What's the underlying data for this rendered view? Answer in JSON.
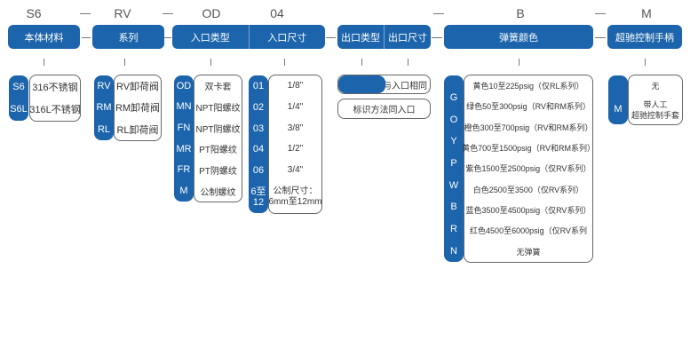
{
  "codes": [
    "S6",
    "RV",
    "OD",
    "04",
    "",
    "B",
    "M"
  ],
  "headers": {
    "body_material": "本体材料",
    "series": "系列",
    "inlet_type": "入口类型",
    "inlet_size": "入口尺寸",
    "outlet_type": "出口类型",
    "outlet_size": "出口尺寸",
    "spring_color": "弹簧颜色",
    "override_handle": "超驰控制手柄"
  },
  "body_material": {
    "codes": [
      "S6",
      "S6L"
    ],
    "labels": [
      "316不锈钢",
      "316L不锈钢"
    ]
  },
  "series": {
    "codes": [
      "RV",
      "RM",
      "RL"
    ],
    "labels": [
      "RV卸荷阀",
      "RM卸荷阀",
      "RL卸荷阀"
    ]
  },
  "inlet_type": {
    "codes": [
      "OD",
      "MN",
      "FN",
      "MR",
      "FR",
      "M"
    ],
    "labels": [
      "双卡套",
      "NPT阳螺纹",
      "NPT阴螺纹",
      "PT阳螺纹",
      "PT阴螺纹",
      "公制螺纹"
    ]
  },
  "inlet_size": {
    "codes": [
      "01",
      "02",
      "03",
      "04",
      "06",
      "6至\n12"
    ],
    "code_last_1": "6至",
    "code_last_2": "12",
    "labels": [
      "1/8\"",
      "1/4\"",
      "3/8\"",
      "1/2\"",
      "3/4\""
    ],
    "label_last_1": "公制尺寸：",
    "label_last_2": "6mm至12mm"
  },
  "outlet": {
    "same_as_inlet": "与入口相同",
    "marking_same": "标识方法同入口"
  },
  "spring_color": {
    "codes": [
      "",
      "G",
      "O",
      "Y",
      "P",
      "W",
      "B",
      "R",
      "N"
    ],
    "labels": [
      "黄色10至225psig（仅RL系列）",
      "绿色50至300psig（RV和RM系列）",
      "橙色300至700psig（RV和RM系列）",
      "黄色700至1500psig（RV和RM系列）",
      "紫色1500至2500psig（仅RV系列）",
      "白色2500至3500（仅RV系列）",
      "蓝色3500至4500psig（仅RV系列）",
      "红色4500至6000psig（仅RV系列",
      "无弹簧"
    ]
  },
  "override_handle": {
    "codes": [
      "",
      "M"
    ],
    "labels": [
      "无",
      "带人工\n超驰控制手套"
    ],
    "label_2a": "带人工",
    "label_2b": "超驰控制手套"
  },
  "colors": {
    "accent": "#1c64ab",
    "border": "#666666"
  }
}
